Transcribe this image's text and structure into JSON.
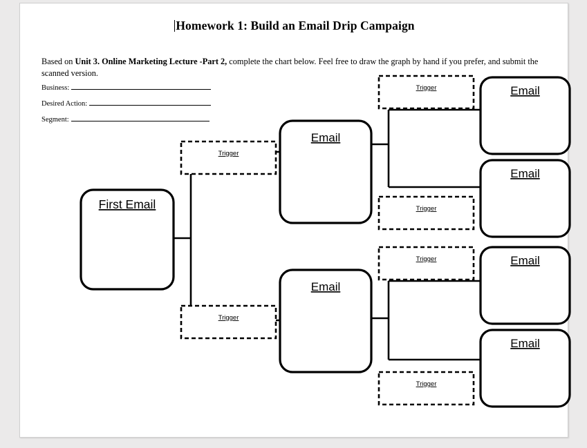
{
  "document": {
    "title": "Homework 1: Build an Email Drip Campaign",
    "intro_prefix": "Based on ",
    "intro_bold": "Unit 3. Online Marketing Lecture -Part 2,",
    "intro_suffix": " complete the chart below.  Feel free to draw the graph by hand if you prefer, and submit the scanned version."
  },
  "fields": [
    {
      "label": "Business:",
      "value": ""
    },
    {
      "label": "Desired Action:",
      "value": ""
    },
    {
      "label": "Segment:",
      "value": ""
    }
  ],
  "diagram": {
    "root": {
      "label": "First Email"
    },
    "stage2": [
      {
        "label": "Email"
      },
      {
        "label": "Email"
      }
    ],
    "stage3": [
      {
        "label": "Email"
      },
      {
        "label": "Email"
      },
      {
        "label": "Email"
      },
      {
        "label": "Email"
      }
    ],
    "triggers": [
      {
        "label": "Trigger"
      },
      {
        "label": "Trigger"
      },
      {
        "label": "Trigger"
      },
      {
        "label": "Trigger"
      },
      {
        "label": "Trigger"
      },
      {
        "label": "Trigger"
      }
    ]
  }
}
